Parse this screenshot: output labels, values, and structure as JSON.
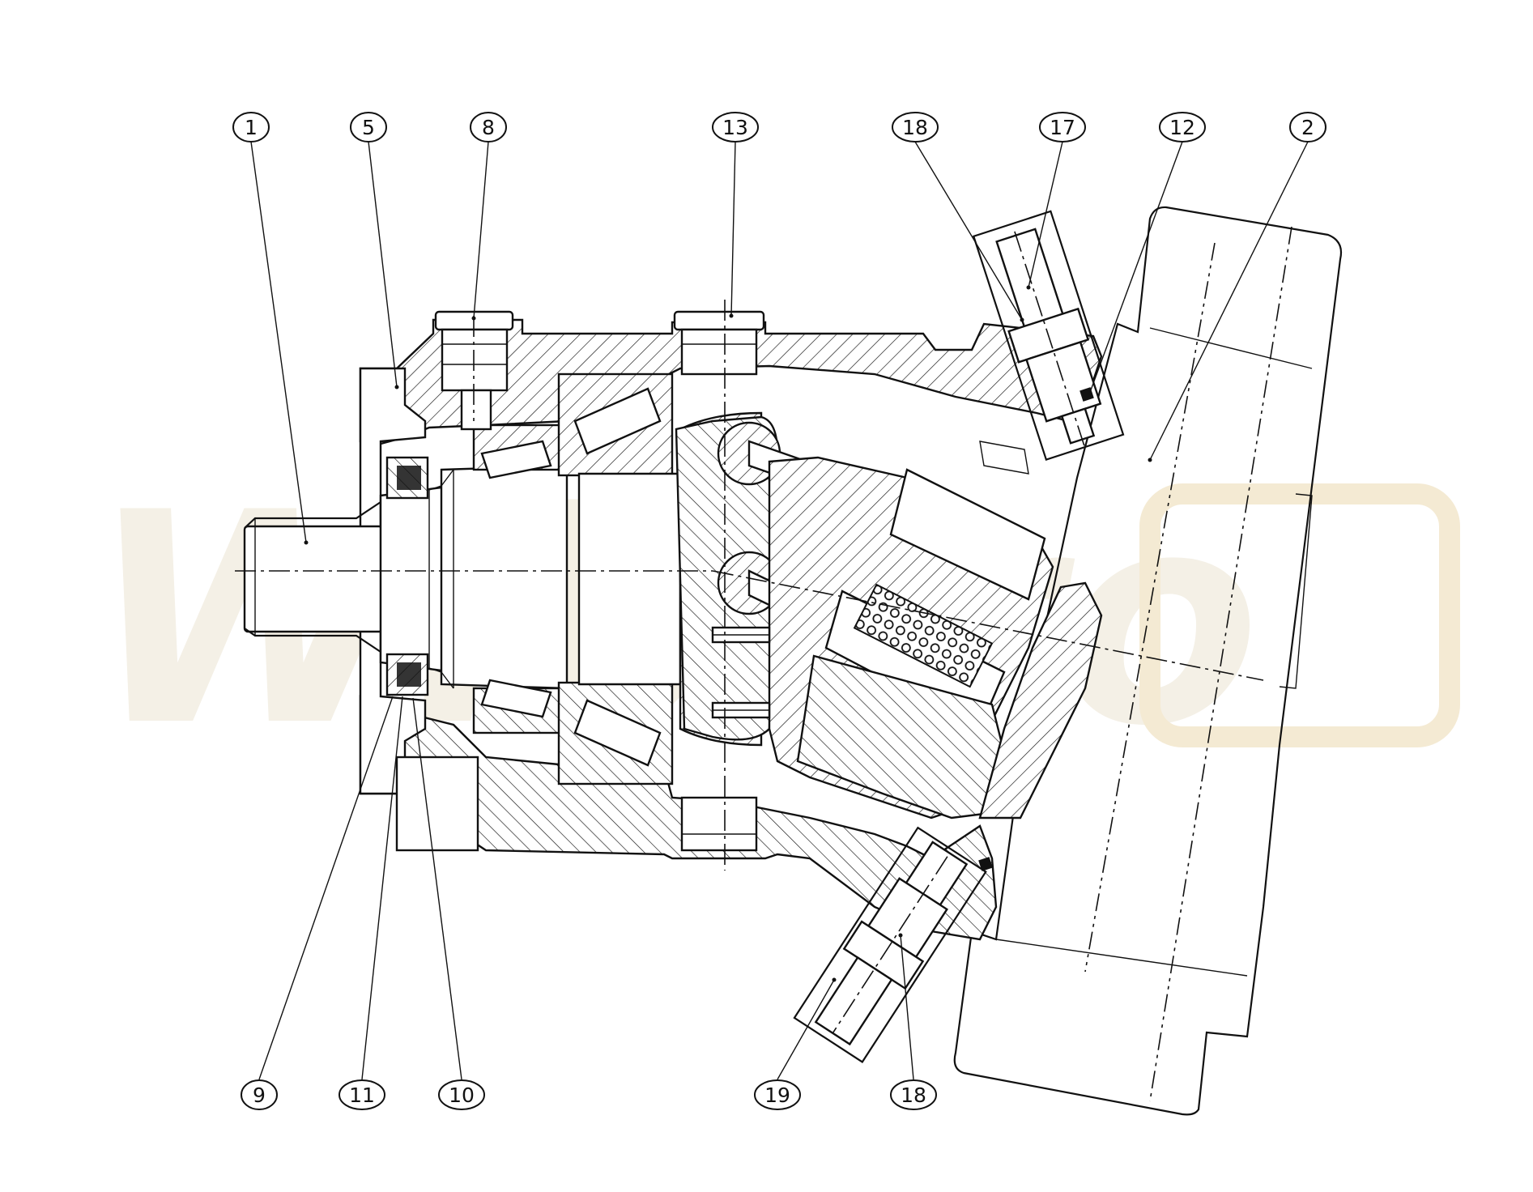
{
  "watermark": {
    "text": "Wibaro"
  },
  "callouts_top": [
    {
      "id": "c-top-1",
      "label": "1"
    },
    {
      "id": "c-top-5",
      "label": "5"
    },
    {
      "id": "c-top-8",
      "label": "8"
    },
    {
      "id": "c-top-13",
      "label": "13"
    },
    {
      "id": "c-top-18",
      "label": "18"
    },
    {
      "id": "c-top-17",
      "label": "17"
    },
    {
      "id": "c-top-12",
      "label": "12"
    },
    {
      "id": "c-top-2",
      "label": "2"
    }
  ],
  "callouts_bottom": [
    {
      "id": "c-bot-9",
      "label": "9"
    },
    {
      "id": "c-bot-11",
      "label": "11"
    },
    {
      "id": "c-bot-10",
      "label": "10"
    },
    {
      "id": "c-bot-19",
      "label": "19"
    },
    {
      "id": "c-bot-18",
      "label": "18"
    }
  ],
  "colors": {
    "ink": "#111111",
    "paper": "#ffffff",
    "watermark": "#f4f0e6"
  }
}
